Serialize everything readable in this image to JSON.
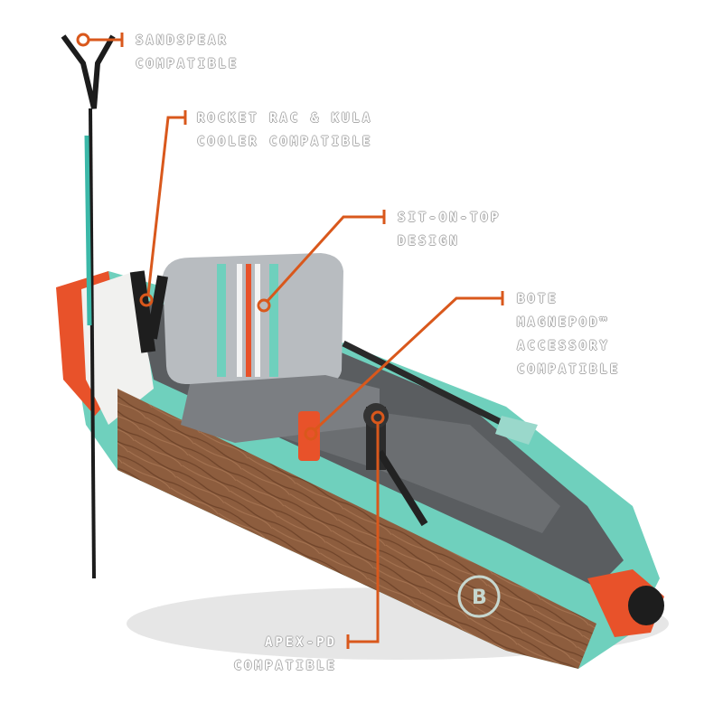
{
  "image": {
    "subject": "inflatable fishing kayak with feature callouts",
    "colors": {
      "callout_line": "#d9581c",
      "callout_text": "#ffffff",
      "hull_wood": "#8a5a3c",
      "trim_teal": "#6fd0bd",
      "accent_orange": "#e8522a",
      "seat_gray": "#b8bcc0",
      "deck_gray": "#5a5d60"
    }
  },
  "callouts": [
    {
      "lines": [
        "SANDSPEAR",
        "COMPATIBLE"
      ]
    },
    {
      "lines": [
        "ROCKET RAC & KULA",
        "COOLER COMPATIBLE"
      ]
    },
    {
      "lines": [
        "SIT-ON-TOP",
        "DESIGN"
      ]
    },
    {
      "lines": [
        "BOTE",
        "MAGNEPOD™",
        "ACCESSORY",
        "COMPATIBLE"
      ]
    },
    {
      "lines": [
        "APEX-PD",
        "COMPATIBLE"
      ]
    }
  ]
}
